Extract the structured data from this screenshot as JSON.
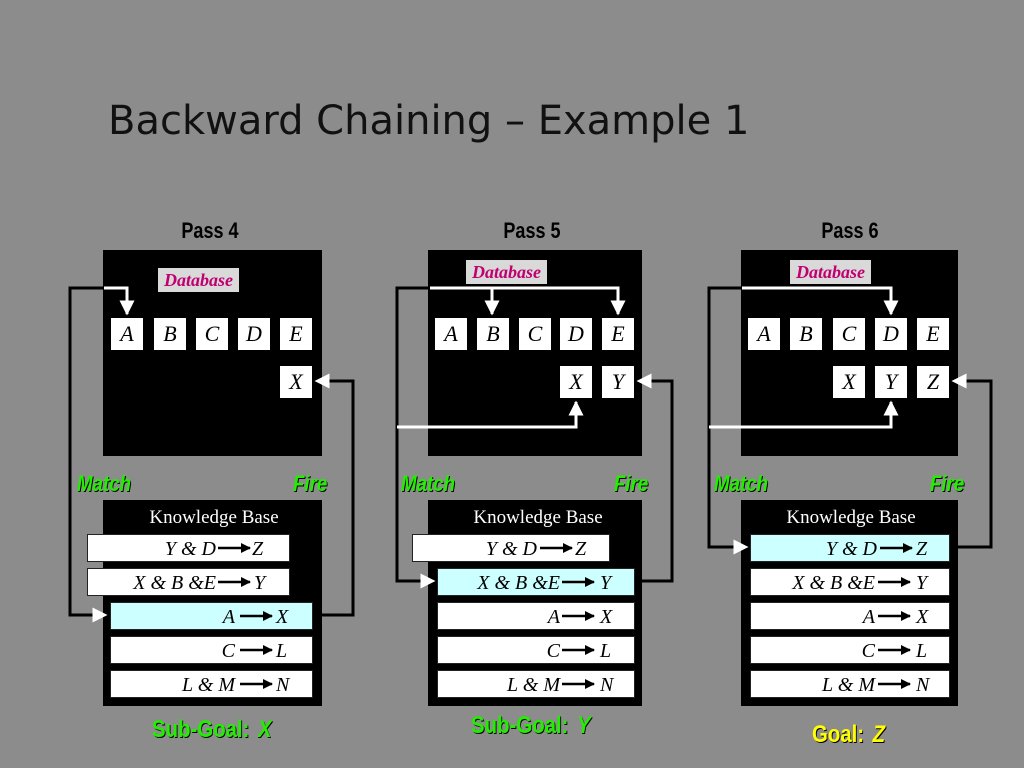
{
  "title": "Backward Chaining – Example 1",
  "labels": {
    "database": "Database",
    "knowledge_base": "Knowledge Base",
    "match": "Match",
    "fire": "Fire"
  },
  "passes": [
    {
      "name": "Pass 4",
      "facts_row1": [
        "A",
        "B",
        "C",
        "D",
        "E"
      ],
      "facts_row2": [
        "X"
      ],
      "rules": [
        {
          "lhs": "Y & D",
          "rhs": "Z"
        },
        {
          "lhs": "X & B &E",
          "rhs": "Y"
        },
        {
          "lhs": "A",
          "rhs": "X"
        },
        {
          "lhs": "C",
          "rhs": "L"
        },
        {
          "lhs": "L & M",
          "rhs": "N"
        }
      ],
      "goal_label": "Sub-Goal:",
      "goal_value": "X",
      "goal_color": "#22ee00"
    },
    {
      "name": "Pass 5",
      "facts_row1": [
        "A",
        "B",
        "C",
        "D",
        "E"
      ],
      "facts_row2": [
        "X",
        "Y"
      ],
      "rules": [
        {
          "lhs": "Y & D",
          "rhs": "Z"
        },
        {
          "lhs": "X & B &E",
          "rhs": "Y"
        },
        {
          "lhs": "A",
          "rhs": "X"
        },
        {
          "lhs": "C",
          "rhs": "L"
        },
        {
          "lhs": "L & M",
          "rhs": "N"
        }
      ],
      "goal_label": "Sub-Goal:",
      "goal_value": "Y",
      "goal_color": "#22ee00"
    },
    {
      "name": "Pass 6",
      "facts_row1": [
        "A",
        "B",
        "C",
        "D",
        "E"
      ],
      "facts_row2": [
        "X",
        "Y",
        "Z"
      ],
      "rules": [
        {
          "lhs": "Y & D",
          "rhs": "Z"
        },
        {
          "lhs": "X & B &E",
          "rhs": "Y"
        },
        {
          "lhs": "A",
          "rhs": "X"
        },
        {
          "lhs": "C",
          "rhs": "L"
        },
        {
          "lhs": "L & M",
          "rhs": "N"
        }
      ],
      "goal_label": "Goal:",
      "goal_value": "Z",
      "goal_color": "#ffff00"
    }
  ]
}
